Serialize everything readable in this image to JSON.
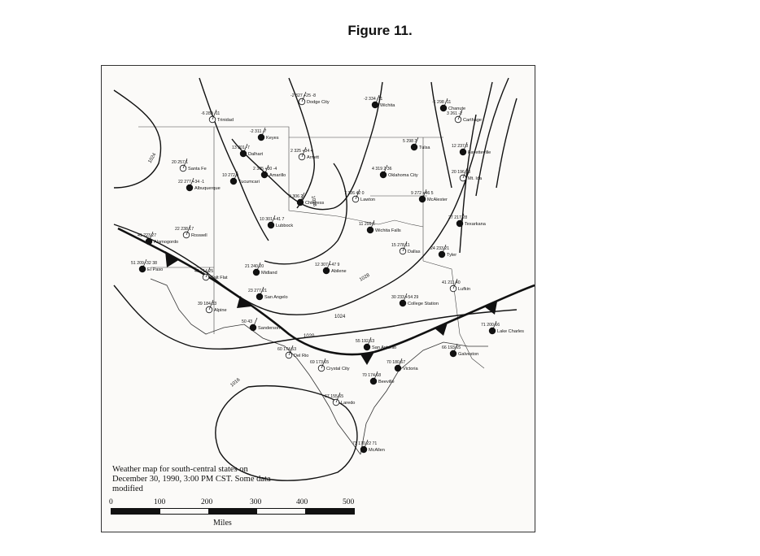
{
  "figure_title": "Figure 11.",
  "caption": "Weather map for south-central states on December 30, 1990, 3:00 PM CST. Some data modified",
  "scale": {
    "unit": "Miles",
    "labels": [
      "0",
      "100",
      "200",
      "300",
      "400",
      "500"
    ]
  },
  "isobar_labels": [
    "1024",
    "1028",
    "1024",
    "1020",
    "1016",
    "1028"
  ],
  "stations": [
    {
      "name": "Trinidad",
      "data": "-6 289 -11"
    },
    {
      "name": "Keyes",
      "data": "-2 311 -7"
    },
    {
      "name": "Dalhart",
      "data": "13 301 -7"
    },
    {
      "name": "Dodge City",
      "data": "-2 327 +25 -8"
    },
    {
      "name": "Wichita",
      "data": "-2 334 -11"
    },
    {
      "name": "Chanute",
      "data": "-1 298 -11"
    },
    {
      "name": "Carthage",
      "data": "3 261 -2"
    },
    {
      "name": "Tulsa",
      "data": "5 298 3"
    },
    {
      "name": "Fayetteville",
      "data": "12 237 3"
    },
    {
      "name": "Arnett",
      "data": "2 325 +34 4"
    },
    {
      "name": "Amarillo",
      "data": "2 305 +30 -4"
    },
    {
      "name": "Tucumcari",
      "data": "10 272 9"
    },
    {
      "name": "Santa Fe",
      "data": "20 257 1"
    },
    {
      "name": "Albuquerque",
      "data": "22 277 +34 -1"
    },
    {
      "name": "Oklahoma City",
      "data": "4 319 2 36"
    },
    {
      "name": "Mt. Ida",
      "data": "20 196 18"
    },
    {
      "name": "McAlester",
      "data": "9 272 +46 5"
    },
    {
      "name": "Childress",
      "data": "9 306 2"
    },
    {
      "name": "Lawton",
      "data": "7 326 42 0"
    },
    {
      "name": "Wichita Falls",
      "data": "11 299 6"
    },
    {
      "name": "Texarkana",
      "data": "27 217 28"
    },
    {
      "name": "Roswell",
      "data": "22 238 17"
    },
    {
      "name": "Lubbock",
      "data": "10 301 +41 7"
    },
    {
      "name": "Alamogordo",
      "data": "41 223 27"
    },
    {
      "name": "Dallas",
      "data": "15 278 11"
    },
    {
      "name": "Tyler",
      "data": "24 233 21"
    },
    {
      "name": "El Paso",
      "data": "51 209 -32 38"
    },
    {
      "name": "Salt Flat",
      "data": "46 214 25"
    },
    {
      "name": "Midland",
      "data": "21 240 20"
    },
    {
      "name": "Abilene",
      "data": "12 307 +47 9"
    },
    {
      "name": "Lufkin",
      "data": "41 211 40"
    },
    {
      "name": "San Angelo",
      "data": "23 277 21"
    },
    {
      "name": "College Station",
      "data": "30 233 +54 29"
    },
    {
      "name": "Alpine",
      "data": "39 184 33"
    },
    {
      "name": "Sanderson",
      "data": "50 43"
    },
    {
      "name": "Lake Charles",
      "data": "71 200 66"
    },
    {
      "name": "Del Rio",
      "data": "60 174 53"
    },
    {
      "name": "San Antonio",
      "data": "55 192 53"
    },
    {
      "name": "Galveston",
      "data": "66 193 65"
    },
    {
      "name": "Crystal City",
      "data": "69 173 65"
    },
    {
      "name": "Victoria",
      "data": "70 180 67"
    },
    {
      "name": "Beeville",
      "data": "70 174 68"
    },
    {
      "name": "Laredo",
      "data": "67 155 65"
    },
    {
      "name": "McAllen",
      "data": "73 170 22 71"
    }
  ]
}
